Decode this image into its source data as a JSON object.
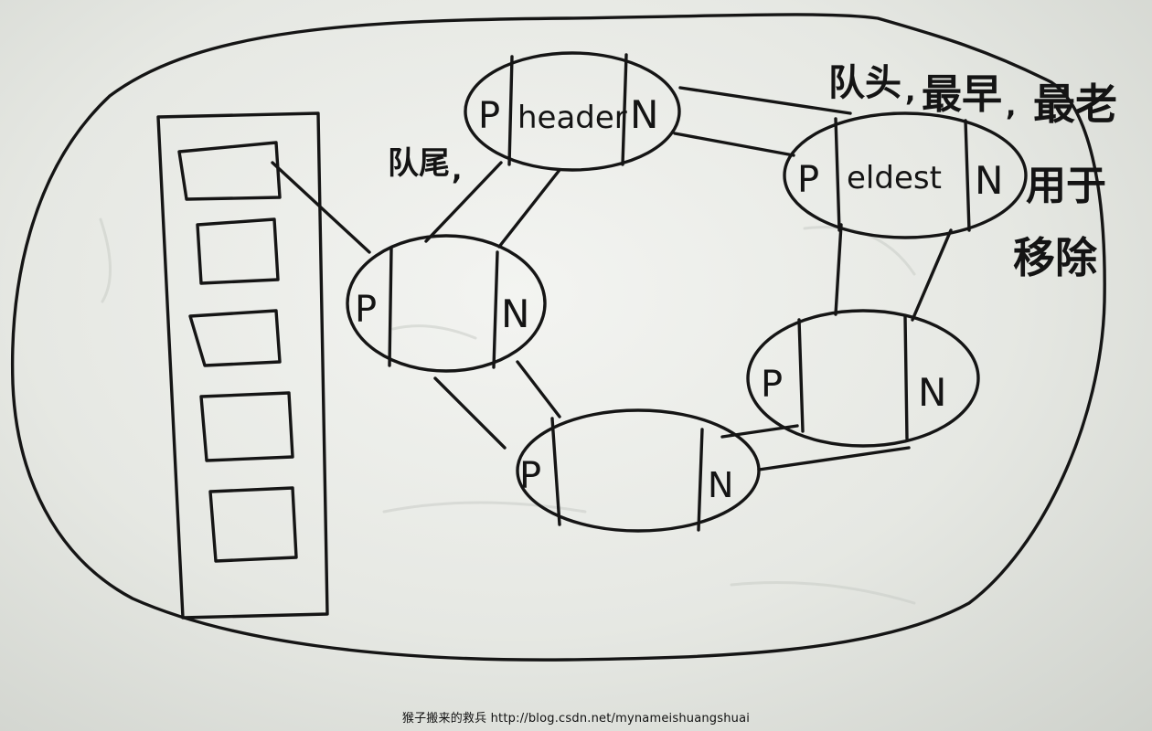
{
  "nodes": {
    "header": {
      "prev": "P",
      "value": "header",
      "next": "N"
    },
    "eldest": {
      "prev": "P",
      "value": "eldest",
      "next": "N"
    },
    "left": {
      "prev": "P",
      "value": "",
      "next": "N"
    },
    "bottom": {
      "prev": "P",
      "value": "",
      "next": "N"
    },
    "right": {
      "prev": "P",
      "value": "",
      "next": "N"
    }
  },
  "annotations": {
    "tail": "队尾",
    "head": "队头",
    "earliest": "最早",
    "oldest": "最老",
    "remove_line1": "用于",
    "remove_line2": "移除"
  },
  "watermark": "猴子搬来的救兵 http://blog.csdn.net/mynameishuangshuai"
}
